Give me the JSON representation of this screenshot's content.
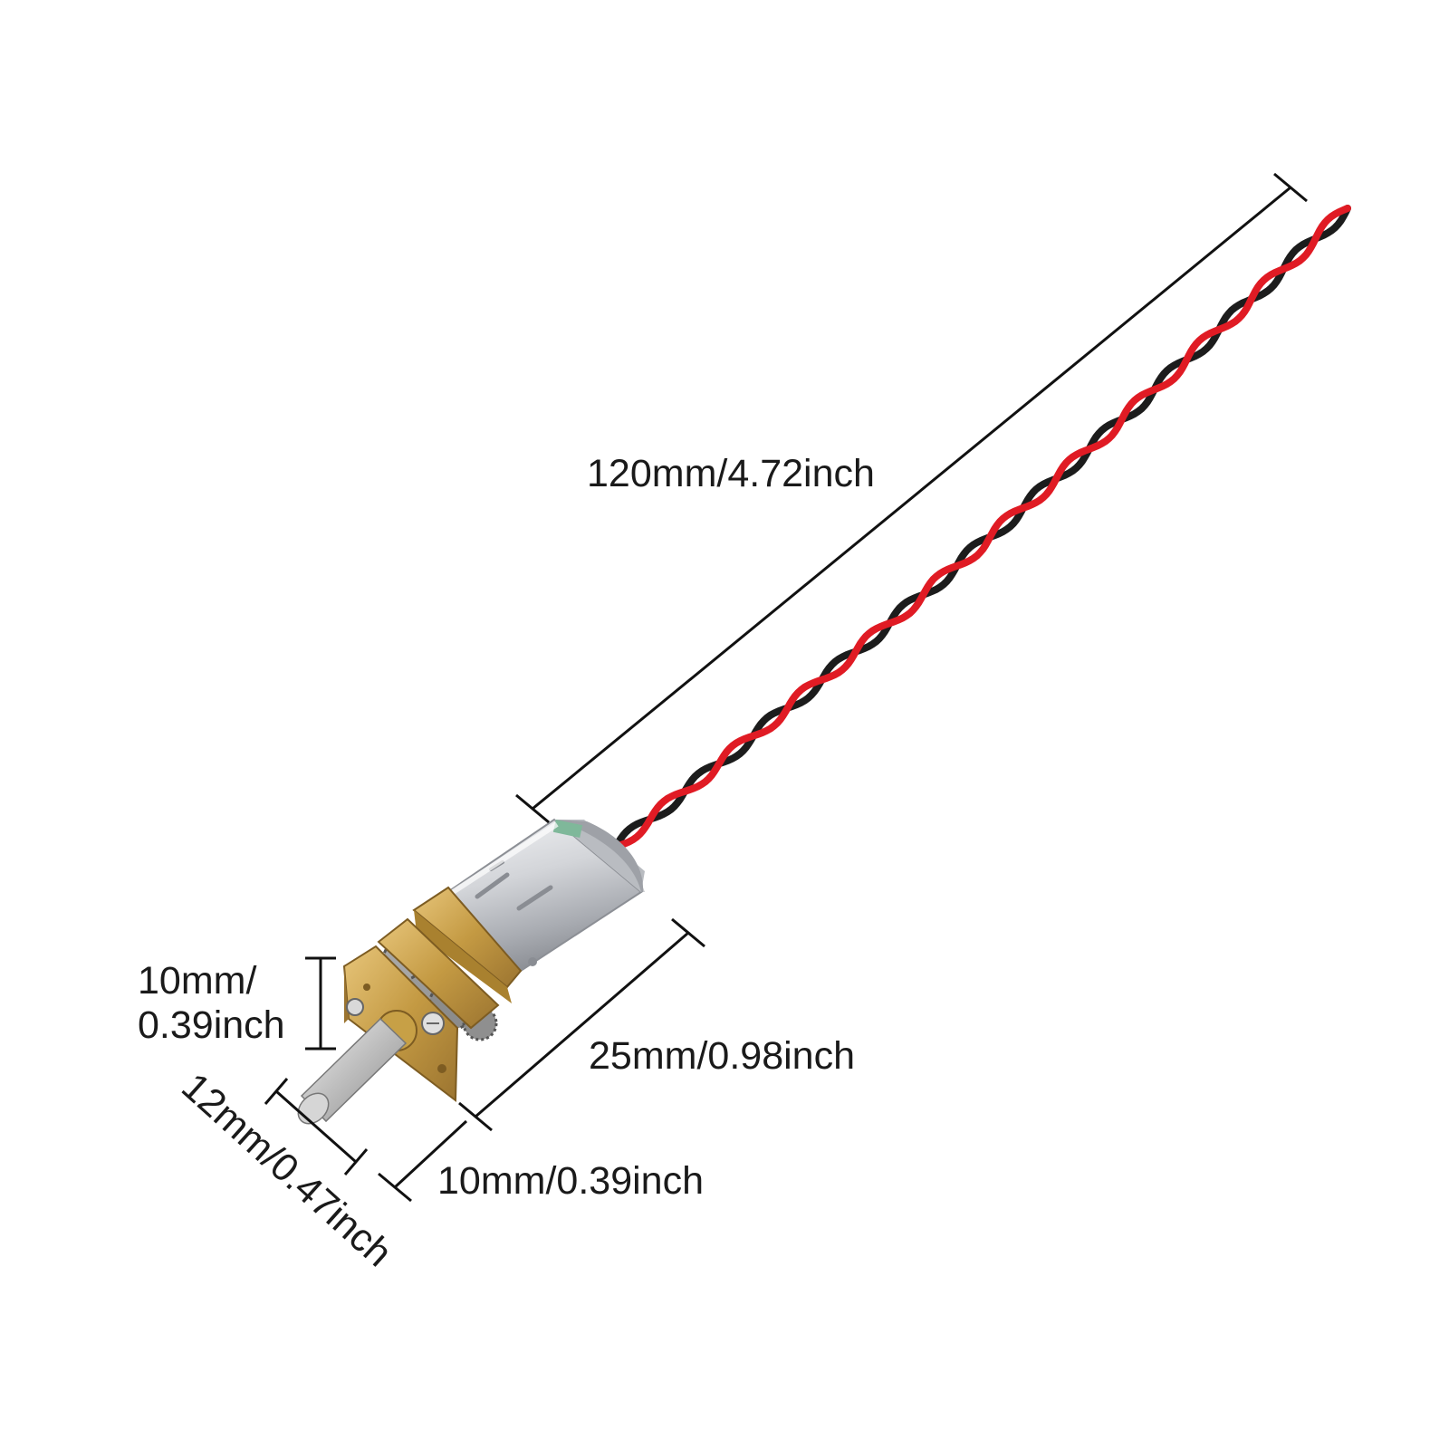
{
  "dimensions": {
    "wire_length": "120mm/4.72inch",
    "body_length": "25mm/0.98inch",
    "gearbox_length": "10mm/0.39inch",
    "height_line1": "10mm/",
    "height_line2": "0.39inch",
    "shaft_length": "12mm/0.47inch"
  },
  "colors": {
    "background": "#ffffff",
    "dimension_line": "#111111",
    "wire_red": "#e01b24",
    "wire_black": "#1c1c1c",
    "motor_can": "#d9dadd",
    "gearbox_brass": "#c9a24a",
    "shaft": "#c8c8c8"
  }
}
